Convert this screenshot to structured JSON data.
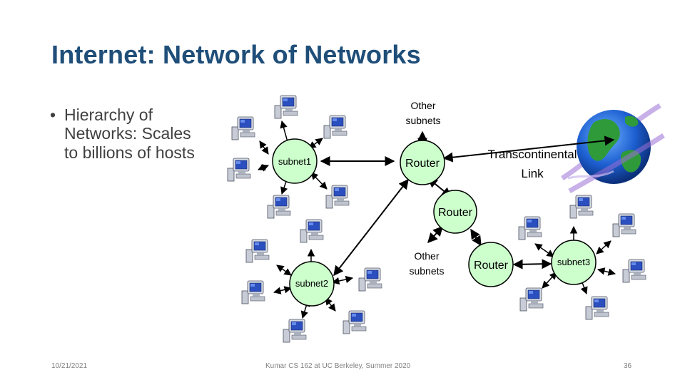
{
  "slide": {
    "title": "Internet: Network of Networks",
    "bullets": [
      "Hierarchy of Networks: Scales to billions of hosts"
    ]
  },
  "diagram": {
    "nodes": {
      "subnet1": "subnet1",
      "subnet2": "subnet2",
      "subnet3": "subnet3",
      "router_top": "Router",
      "router_mid": "Router",
      "router_right": "Router"
    },
    "labels": {
      "other_subnets_top": "Other subnets",
      "other_subnets_mid": "Other subnets",
      "transcontinental": "Transcontinental Link"
    },
    "icons": {
      "host": "computer-icon",
      "globe": "globe-icon"
    },
    "colors": {
      "node_fill": "#ccffcc",
      "title": "#1f4e79",
      "edge": "#000000"
    }
  },
  "footer": {
    "date": "10/21/2021",
    "course": "Kumar CS 162 at UC Berkeley, Summer 2020",
    "page": "36"
  }
}
